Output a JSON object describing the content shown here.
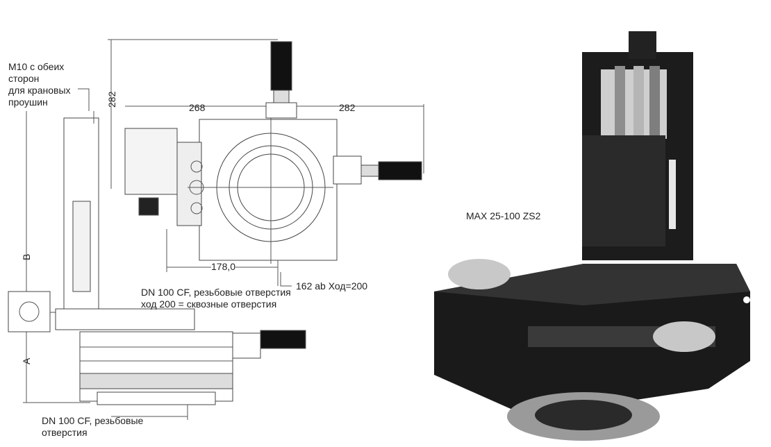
{
  "drawing": {
    "crane_note_lines": [
      "M10 с обеих",
      "сторон",
      "для крановых",
      "проушин"
    ],
    "dim_vertical_top": "282",
    "dim_left": "268",
    "dim_right": "282",
    "dim_center": "178,0",
    "dim_travel": "162  ab Ход=200",
    "flange_top_line1": "DN 100 CF, резьбовые отверстия",
    "flange_top_line2": "ход 200 = сквозные отверстия",
    "dim_b": "B",
    "dim_a": "A",
    "flange_bottom_line1": "DN 100 CF, резьбовые",
    "flange_bottom_line2": "отверстия"
  },
  "photo": {
    "model_label": "MAX 25-100 ZS2"
  }
}
